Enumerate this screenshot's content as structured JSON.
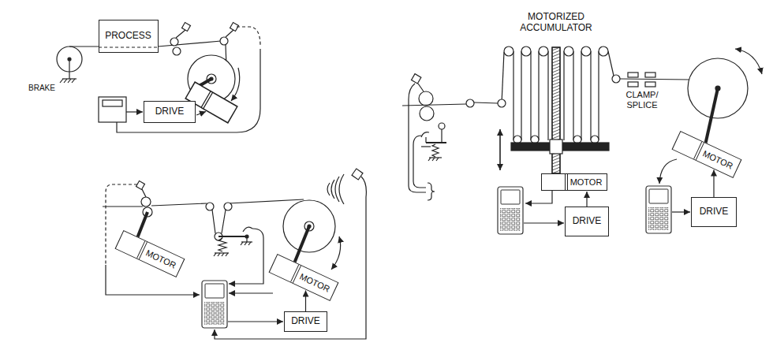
{
  "diagram": {
    "nodes": [
      {
        "text": [
          "PROCESS"
        ]
      },
      {
        "text": [
          "DRIVE"
        ]
      },
      {
        "text": [
          "MOTOR"
        ]
      },
      {
        "text": [
          "MOTOR"
        ]
      },
      {
        "text": [
          "DRIVE"
        ]
      },
      {
        "text": [
          "MOTOR"
        ]
      },
      {
        "text": [
          "DRIVE"
        ]
      },
      {
        "text": [
          "MOTOR"
        ]
      },
      {
        "text": [
          "DRIVE"
        ]
      }
    ],
    "edges": [
      {
        "from": 4,
        "to": 3,
        "arrow": "to"
      },
      {
        "from": 6,
        "to": 5,
        "arrow": "to"
      },
      {
        "from": 8,
        "to": 7,
        "arrow": "to"
      }
    ],
    "labels": [
      "BRAKE",
      "MOTORIZED ACCUMULATOR",
      "CLAMP/ SPLICE"
    ]
  }
}
